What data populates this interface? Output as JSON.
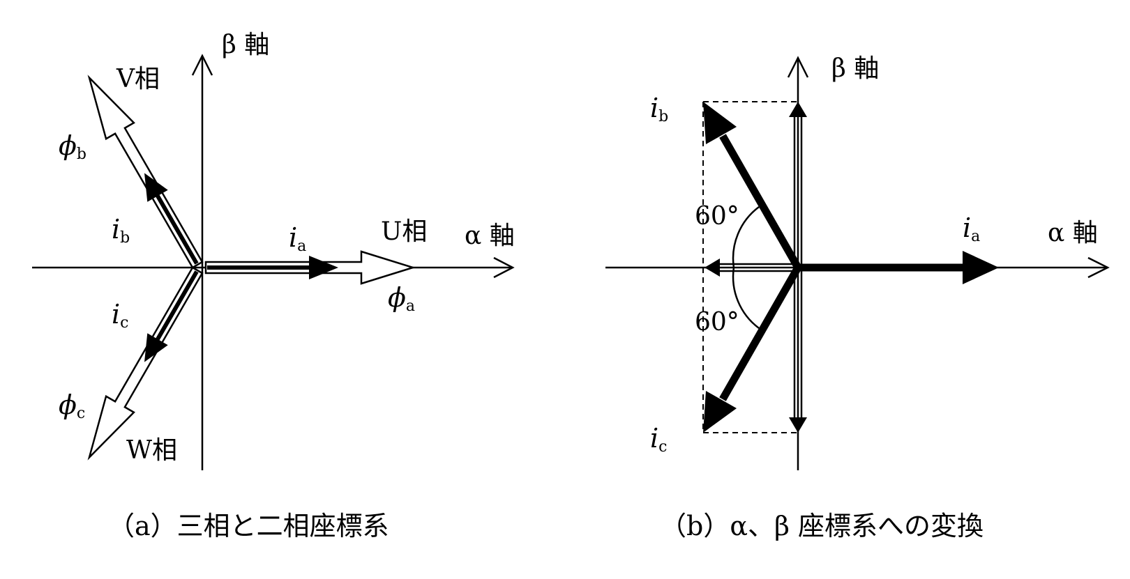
{
  "left": {
    "beta_axis": "β 軸",
    "alpha_axis": "α 軸",
    "phase_u": "U相",
    "phase_v": "V相",
    "phase_w": "W相",
    "phi": "ϕ",
    "i": "i",
    "sub_a": "a",
    "sub_b": "b",
    "sub_c": "c",
    "caption": "（a）三相と二相座標系"
  },
  "right": {
    "beta_axis": "β 軸",
    "alpha_axis": "α 軸",
    "i": "i",
    "sub_a": "a",
    "sub_b": "b",
    "sub_c": "c",
    "angle_top": "60°",
    "angle_bottom": "60°",
    "caption": "（b）α、β 座標系への変換"
  },
  "colors": {
    "ink": "#000000",
    "background": "#ffffff"
  }
}
